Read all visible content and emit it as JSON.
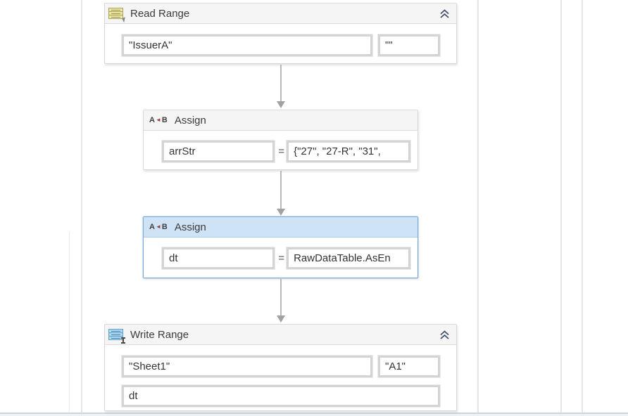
{
  "workflow": {
    "read_range": {
      "title": "Read Range",
      "sheet_value": "\"IssuerA\"",
      "range_value": "\"\""
    },
    "assign1": {
      "title": "Assign",
      "to_value": "arrStr",
      "equals": "=",
      "value": "{\"27\", \"27-R\", \"31\","
    },
    "assign2": {
      "title": "Assign",
      "to_value": "dt",
      "equals": "=",
      "value": "RawDataTable.AsEn",
      "selected": "true"
    },
    "write_range": {
      "title": "Write Range",
      "sheet_value": "\"Sheet1\"",
      "cell_value": "\"A1\"",
      "datatable_value": "dt"
    }
  },
  "icons": {
    "read_range": "excel-read-range-table-icon",
    "write_range": "excel-write-range-table-icon",
    "assign": "a-arrow-b-icon",
    "assign_a": "A",
    "assign_arrow": "◄",
    "assign_b": "B",
    "collapse": "double-chevron-up-icon"
  },
  "colors": {
    "selection_header_bg": "#cfe3f6",
    "selection_border": "#7cabda",
    "header_bg": "#f5f5f5",
    "card_border": "#d9d9d9",
    "field_border": "#d4d4d4",
    "arrow": "#a2a2a2",
    "chevron": "#3e4d68",
    "read_icon_fill": "#ece79e",
    "read_icon_border": "#a8a05e",
    "write_icon_fill": "#aed7f0",
    "write_icon_border": "#63a1c9",
    "bottom_line": "#ccd6e0"
  }
}
